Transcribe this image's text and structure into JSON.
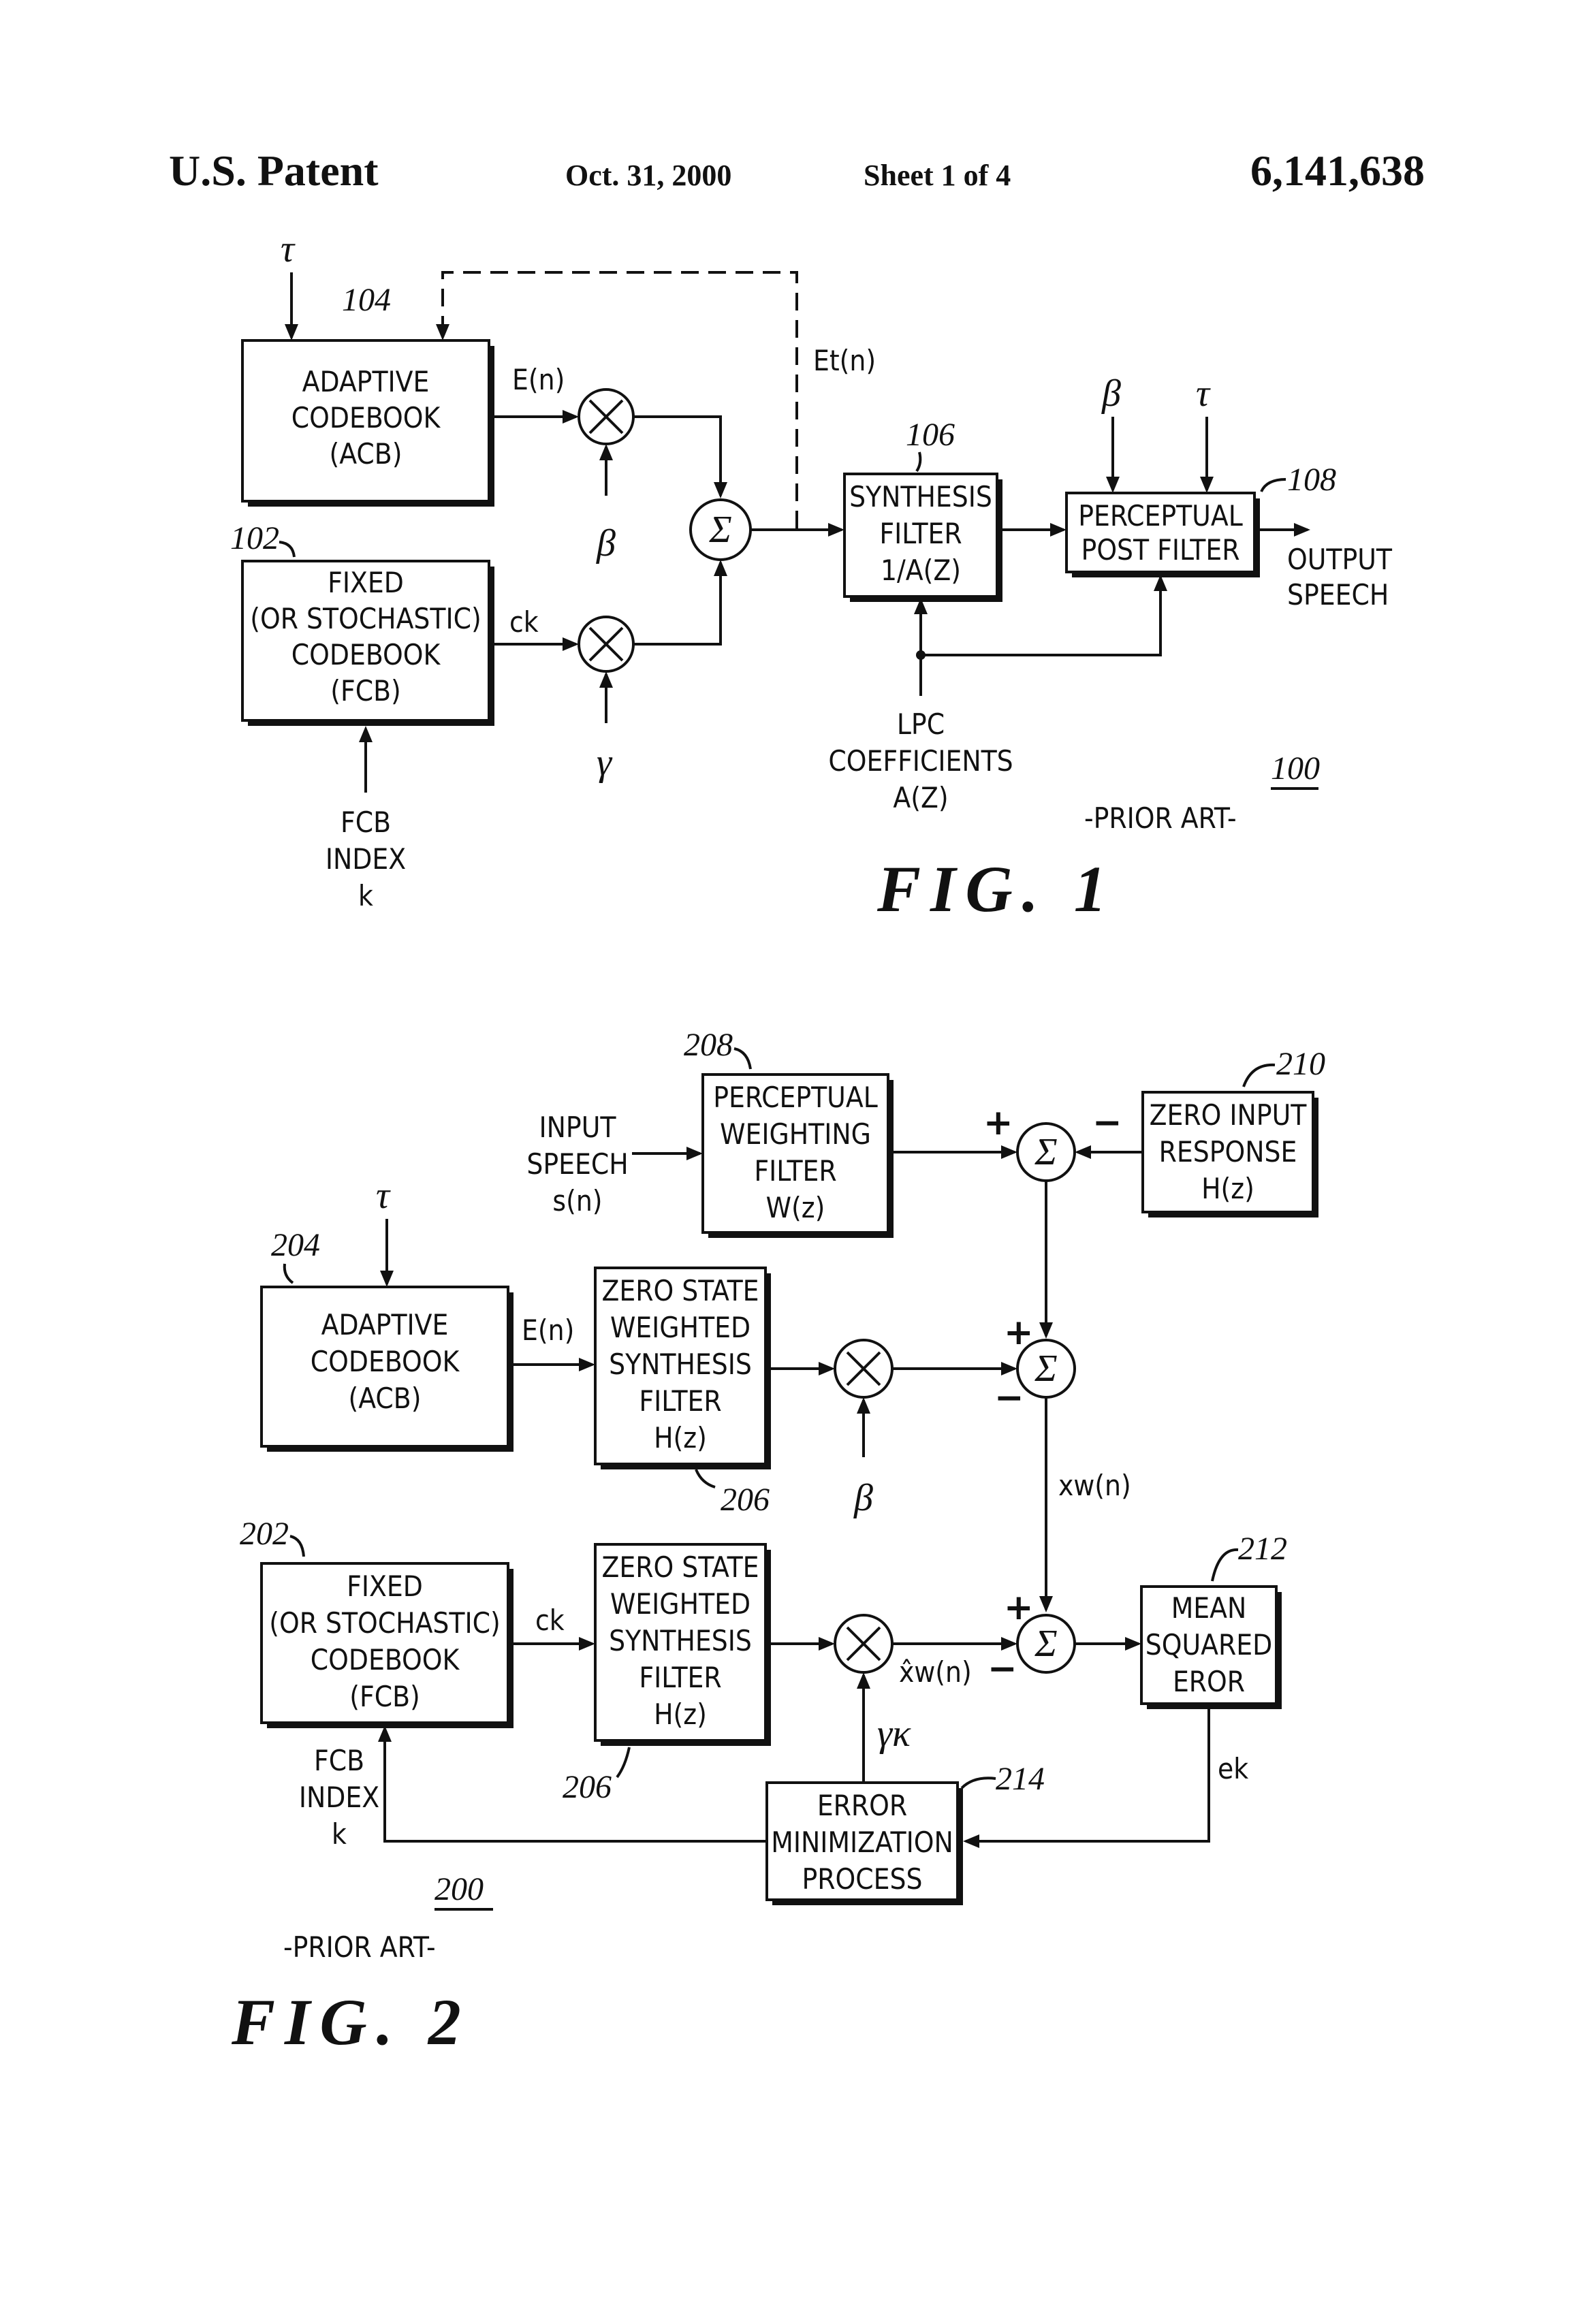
{
  "header": {
    "title": "U.S. Patent",
    "date": "Oct. 31, 2000",
    "sheet": "Sheet 1 of 4",
    "number": "6,141,638"
  },
  "fig1": {
    "caption": "FIG. 1",
    "prior_art": "-PRIOR ART-",
    "ref_main": "100",
    "acb": {
      "ref": "104",
      "lines": [
        "ADAPTIVE",
        "CODEBOOK",
        "(ACB)"
      ]
    },
    "fcb": {
      "ref": "102",
      "lines": [
        "FIXED",
        "(OR STOCHASTIC)",
        "CODEBOOK",
        "(FCB)"
      ]
    },
    "synth": {
      "ref": "106",
      "lines": [
        "SYNTHESIS",
        "FILTER",
        "1/A(Z)"
      ]
    },
    "post": {
      "ref": "108",
      "lines": [
        "PERCEPTUAL",
        "POST FILTER"
      ]
    },
    "labels": {
      "tau_top": "τ",
      "en": "E(n)",
      "ck": "ck",
      "beta_gain": "β",
      "gamma_gain": "γ",
      "sigma": "Σ",
      "et": "Et(n)",
      "beta_post": "β",
      "tau_post": "τ",
      "output": [
        "OUTPUT",
        "SPEECH"
      ],
      "lpc": [
        "LPC",
        "COEFFICIENTS",
        "A(Z)"
      ],
      "fcb_index": [
        "FCB",
        "INDEX",
        "k"
      ]
    }
  },
  "fig2": {
    "caption": "FIG. 2",
    "prior_art": "-PRIOR ART-",
    "ref_main": "200",
    "pwf": {
      "ref": "208",
      "lines": [
        "PERCEPTUAL",
        "WEIGHTING",
        "FILTER",
        "W(z)"
      ]
    },
    "zir": {
      "ref": "210",
      "lines": [
        "ZERO INPUT",
        "RESPONSE",
        "H(z)"
      ]
    },
    "acb": {
      "ref": "204",
      "lines": [
        "ADAPTIVE",
        "CODEBOOK",
        "(ACB)"
      ]
    },
    "zs1": {
      "ref": "206",
      "lines": [
        "ZERO STATE",
        "WEIGHTED",
        "SYNTHESIS",
        "FILTER",
        "H(z)"
      ]
    },
    "fcb": {
      "ref": "202",
      "lines": [
        "FIXED",
        "(OR STOCHASTIC)",
        "CODEBOOK",
        "(FCB)"
      ]
    },
    "zs2": {
      "ref": "206",
      "lines": [
        "ZERO STATE",
        "WEIGHTED",
        "SYNTHESIS",
        "FILTER",
        "H(z)"
      ]
    },
    "mse": {
      "ref": "212",
      "lines": [
        "MEAN",
        "SQUARED",
        "EROR"
      ]
    },
    "emp": {
      "ref": "214",
      "lines": [
        "ERROR",
        "MINIMIZATION",
        "PROCESS"
      ]
    },
    "labels": {
      "input_speech": [
        "INPUT",
        "SPEECH",
        "s(n)"
      ],
      "tau": "τ",
      "en": "E(n)",
      "ck": "ck",
      "beta": "β",
      "gamma_k": "γκ",
      "xw": "xw(n)",
      "xw_hat": "x̂w(n)",
      "ek": "ek",
      "sigma": "Σ",
      "plus": "+",
      "minus": "−",
      "fcb_index": [
        "FCB",
        "INDEX",
        "k"
      ]
    }
  }
}
